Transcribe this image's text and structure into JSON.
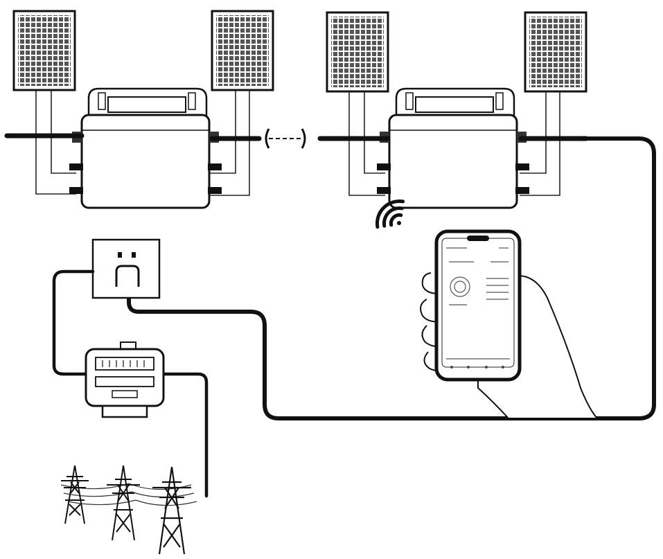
{
  "diagram": {
    "components": [
      {
        "id": "solar-panel",
        "icon": "solar-panel-icon",
        "count": 4
      },
      {
        "id": "micro-inverter",
        "icon": "micro-inverter-icon",
        "count": 2
      },
      {
        "id": "wall-socket",
        "icon": "wall-socket-icon",
        "count": 1
      },
      {
        "id": "electricity-meter",
        "icon": "electricity-meter-icon",
        "count": 1
      },
      {
        "id": "transmission-tower",
        "icon": "transmission-tower-icon",
        "count": 3
      },
      {
        "id": "smartphone-app",
        "icon": "smartphone-icon",
        "count": 1
      },
      {
        "id": "wifi-signal",
        "icon": "wifi-icon",
        "count": 1
      }
    ],
    "colors": {
      "line": "#1a1a1a",
      "fill": "#ffffff",
      "cable": "#111111"
    }
  }
}
